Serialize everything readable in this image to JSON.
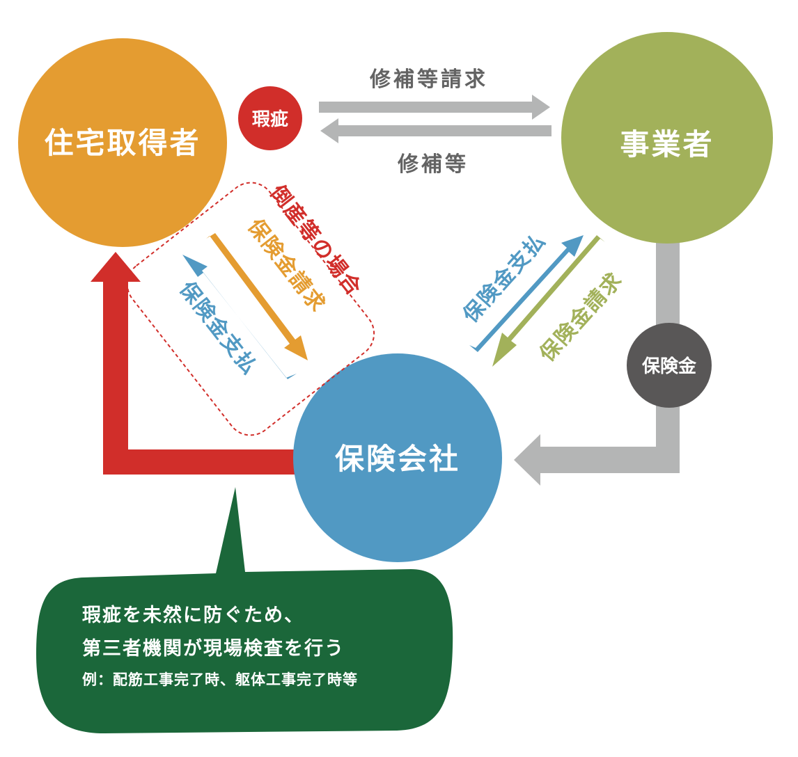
{
  "nodes": {
    "homebuyer": {
      "label": "住宅取得者",
      "color": "#E49C31"
    },
    "business": {
      "label": "事業者",
      "color": "#A2B15A"
    },
    "insurer": {
      "label": "保険会社",
      "color": "#5199C3"
    }
  },
  "badges": {
    "defect": {
      "label": "瑕疵",
      "color": "#D12E2A"
    },
    "insurance_money": {
      "label": "保険金",
      "color": "#595757"
    }
  },
  "flows": {
    "repair_request": "修補等請求",
    "repair": "修補等",
    "bankruptcy_case": "倒産等の場合",
    "claim_by_homebuyer": "保険金請求",
    "payment_to_homebuyer": "保険金支払",
    "payment_to_business": "保険金支払",
    "claim_by_business": "保険金請求"
  },
  "note": {
    "line1": "瑕疵を未然に防ぐため、",
    "line2": "第三者機関が現場検査を行う",
    "line3": "例：配筋工事完了時、躯体工事完了時等",
    "color": "#1B673A"
  },
  "colors": {
    "gray_arrow": "#B4B5B5",
    "red_arrow": "#D12E2A",
    "orange_arrow": "#E49C31",
    "blue_arrow": "#5199C3",
    "green_arrow": "#A2B15A"
  }
}
